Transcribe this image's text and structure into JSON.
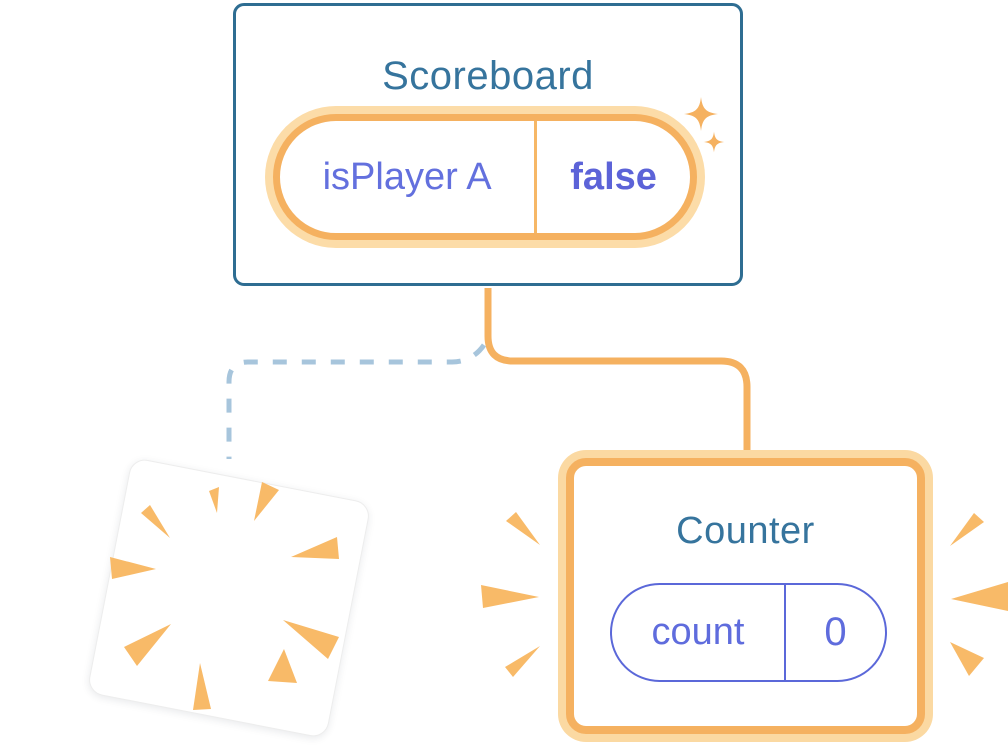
{
  "diagram": {
    "scoreboard": {
      "title": "Scoreboard",
      "state": {
        "name": "isPlayer A",
        "value": "false"
      }
    },
    "counter": {
      "title": "Counter",
      "state": {
        "name": "count",
        "value": "0"
      }
    },
    "destroyed_component": {
      "description": "poof burst marks where previous component was removed"
    }
  },
  "icons": {
    "sparkle_large": "four-point-star",
    "sparkle_small": "four-point-star",
    "poof_bursts": "radiating-wedges",
    "emphasis_bursts_left": "speed-wedges",
    "emphasis_bursts_right": "speed-wedges"
  },
  "colors": {
    "card_border_blue": "#2E6D92",
    "title_blue": "#36749D",
    "state_orange": "#F5B160",
    "state_orange_glow": "#FCDCA8",
    "burst_orange": "#F8BA68",
    "state_purple": "#6370DE",
    "dashed_link_blue": "#A7C5DC",
    "background": "#FFFFFF"
  }
}
